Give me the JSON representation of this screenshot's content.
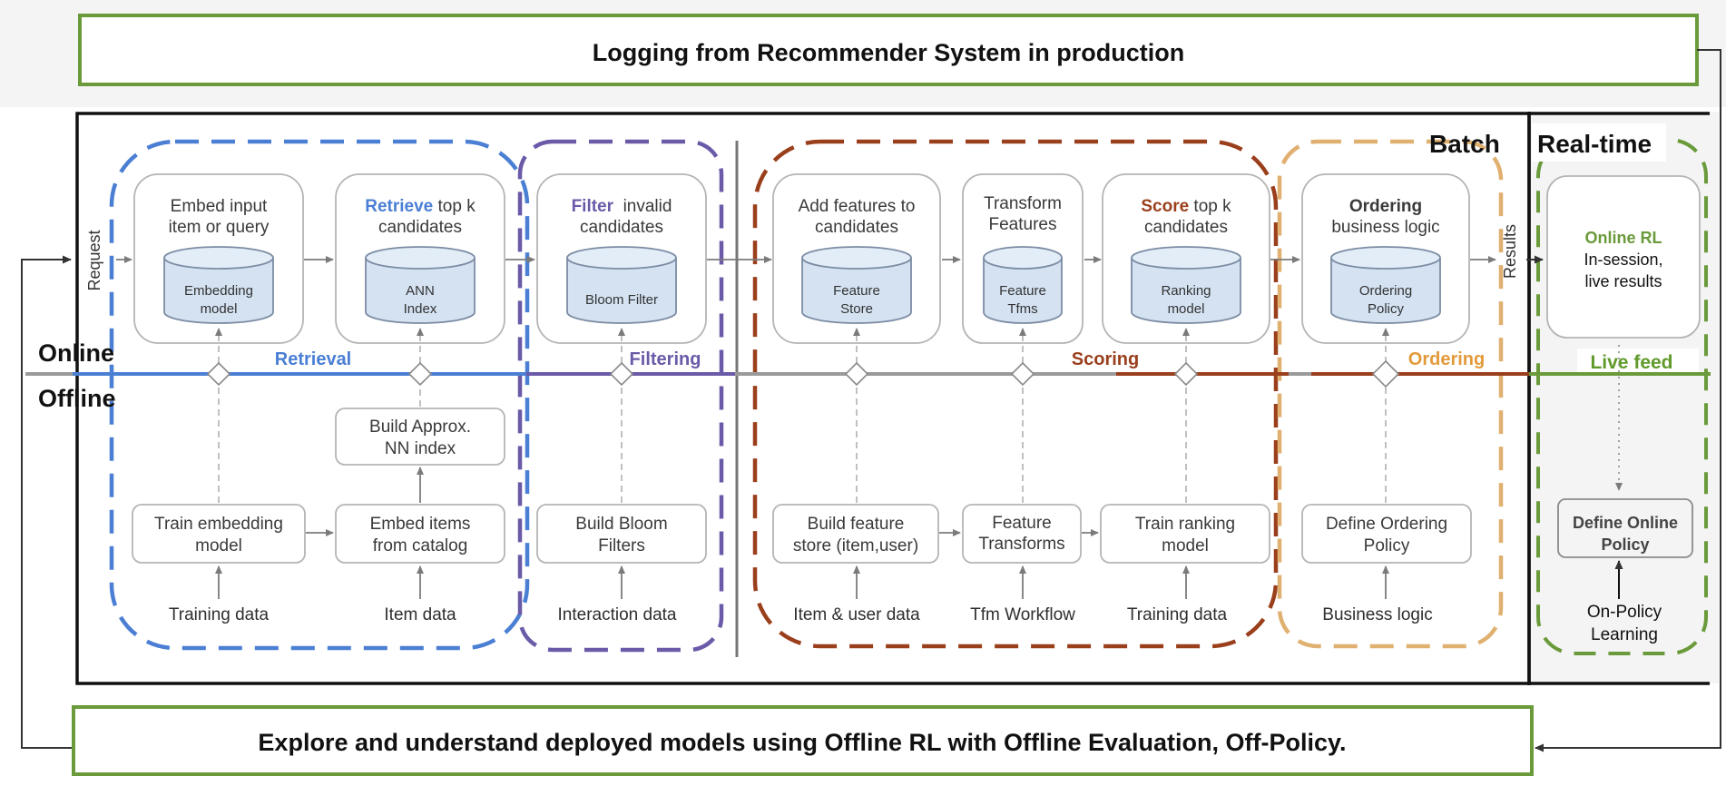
{
  "banner_top": "Logging from Recommender System in production",
  "banner_bottom": "Explore and understand deployed models using Offline RL with Offline Evaluation, Off-Policy.",
  "labels": {
    "batch": "Batch",
    "realtime": "Real-time",
    "online": "Online",
    "offline": "Offline",
    "request": "Request",
    "results": "Results",
    "live_feed": "Live feed"
  },
  "phases": {
    "retrieval": "Retrieval",
    "filtering": "Filtering",
    "scoring": "Scoring",
    "ordering": "Ordering"
  },
  "online_nodes": {
    "embed": {
      "line1": "Embed input",
      "line2": "item or query",
      "db1": "Embedding",
      "db2": "model"
    },
    "retrieve": {
      "hl": "Retrieve",
      "rest": " top k",
      "line2": "candidates",
      "db1": "ANN",
      "db2": "Index"
    },
    "filter": {
      "hl": "Filter",
      "rest": "  invalid",
      "line2": "candidates",
      "db1": "Bloom Filter"
    },
    "addfeat": {
      "line1": "Add features to",
      "line2": "candidates",
      "db1": "Feature",
      "db2": "Store"
    },
    "transform": {
      "line1": "Transform",
      "line2": "Features",
      "db1": "Feature",
      "db2": "Tfms"
    },
    "score": {
      "hl": "Score",
      "rest": " top k",
      "line2": "candidates",
      "db1": "Ranking",
      "db2": "model"
    },
    "ordering": {
      "hl": "Ordering",
      "line2": "business logic",
      "db1": "Ordering",
      "db2": "Policy"
    }
  },
  "online_rl": {
    "title": "Online RL",
    "line2": "In-session,",
    "line3": "live results"
  },
  "offline_nodes": {
    "train_embed": {
      "line1": "Train embedding",
      "line2": "model"
    },
    "build_ann": {
      "line1": "Build Approx.",
      "line2": "NN index"
    },
    "embed_items": {
      "line1": "Embed items",
      "line2": "from catalog"
    },
    "build_bloom": {
      "line1": "Build Bloom",
      "line2": "Filters"
    },
    "build_store": {
      "line1": "Build feature",
      "line2": "store (item,user)"
    },
    "feat_transforms": {
      "line1": "Feature",
      "line2": "Transforms"
    },
    "train_ranking": {
      "line1": "Train ranking",
      "line2": "model"
    },
    "define_ordering": {
      "line1": "Define Ordering",
      "line2": "Policy"
    },
    "define_online": {
      "line1": "Define Online",
      "line2": "Policy"
    }
  },
  "inputs": {
    "training1": "Training data",
    "item": "Item data",
    "interaction": "Interaction data",
    "itemuser": "Item & user data",
    "tfm": "Tfm Workflow",
    "training2": "Training data",
    "business": "Business logic",
    "onpolicy1": "On-Policy",
    "onpolicy2": "Learning"
  },
  "colors": {
    "retrieval": "#4a7fd4",
    "filtering": "#6a5aa8",
    "scoring": "#9a3f1c",
    "ordering": "#e0b070",
    "ordering_text": "#e39a3b",
    "green": "#6a9a3a",
    "live_green": "#5f9a2a",
    "db_fill": "#d4e2f2",
    "db_stroke": "#7b8ca3"
  }
}
